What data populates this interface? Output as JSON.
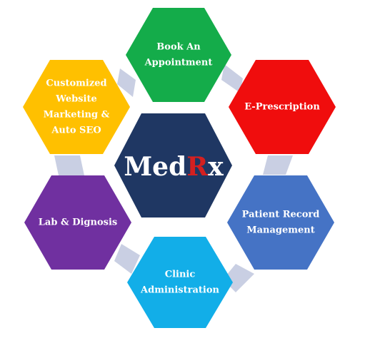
{
  "center": {
    "brand_part1": "Med",
    "brand_part2": "R",
    "brand_part3": "x",
    "color": "#1f3763",
    "text_color": "#ffffff",
    "accent_color": "#d42020"
  },
  "connector_color": "#c9cfe3",
  "modules": [
    {
      "lines": [
        "Book An",
        "Appointment"
      ],
      "color": "#14ac4a"
    },
    {
      "lines": [
        "E-Prescription"
      ],
      "color": "#f00d0d"
    },
    {
      "lines": [
        "Patient Record",
        "Management"
      ],
      "color": "#4573c5"
    },
    {
      "lines": [
        "Clinic",
        "Administration"
      ],
      "color": "#12aee8"
    },
    {
      "lines": [
        "Lab & Dignosis"
      ],
      "color": "#7030a0"
    },
    {
      "lines": [
        "Customized",
        "Website",
        "Marketing &",
        "Auto SEO"
      ],
      "color": "#ffc000"
    }
  ]
}
